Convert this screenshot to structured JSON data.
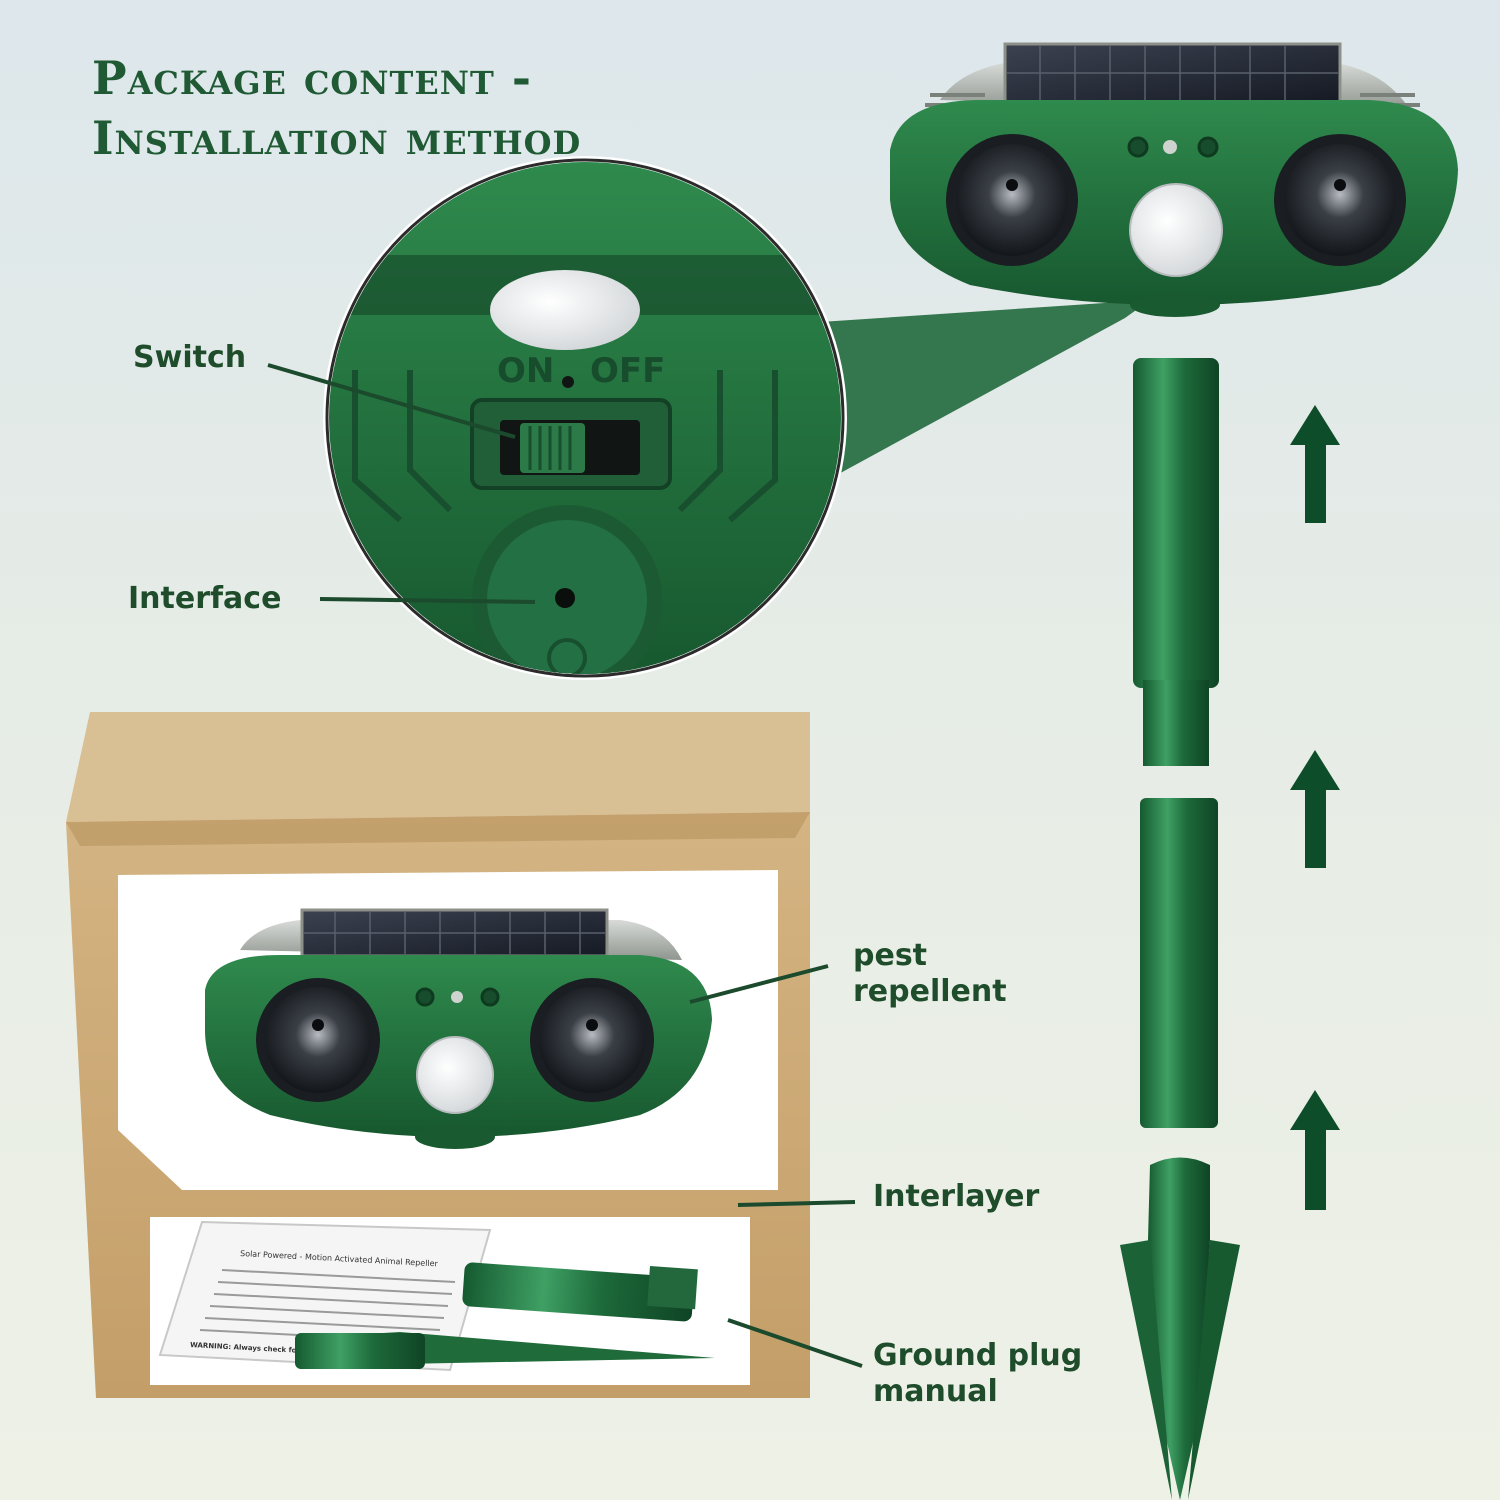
{
  "title": {
    "line1": "Package content -",
    "line2": "Installation method"
  },
  "labels": {
    "switch": "Switch",
    "interface": "Interface",
    "pest_repellent": [
      "pest",
      "repellent"
    ],
    "interlayer": "Interlayer",
    "ground_plug_manual": [
      "Ground plug",
      "manual"
    ]
  },
  "device_markings": {
    "on": "ON",
    "off": "OFF"
  },
  "manual": {
    "heading": "Solar Powered - Motion Activated Animal Repeller",
    "warning": "WARNING: Always check for underground utilities, cables or"
  },
  "colors": {
    "device_green": "#1f6b3a",
    "dark_green": "#0f4a28",
    "label_text": "#1f4d2c",
    "box_brown": "#c9a774"
  },
  "icons": [
    "up-arrow-icon",
    "up-arrow-icon",
    "up-arrow-icon"
  ]
}
